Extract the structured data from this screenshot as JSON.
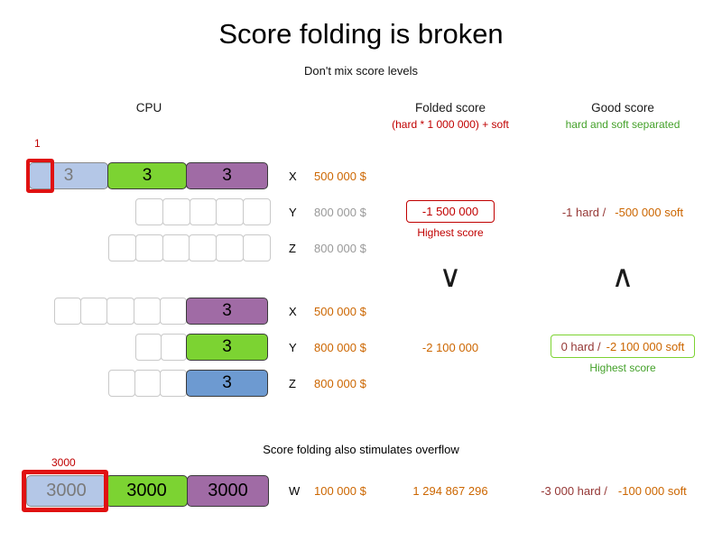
{
  "title": "Score folding is broken",
  "subtitle": "Don't mix score levels",
  "headers": {
    "cpu": "CPU",
    "folded_label": "Folded score",
    "folded_sub": "(hard * 1 000 000) + soft",
    "good_label": "Good score",
    "good_sub": "hard and soft separated"
  },
  "scenario1": {
    "marker": "1",
    "x": {
      "label": "X",
      "cost": "500 000 $",
      "blocks": [
        "3",
        "3",
        "3"
      ]
    },
    "y": {
      "label": "Y",
      "cost": "800 000 $"
    },
    "z": {
      "label": "Z",
      "cost": "800 000 $"
    },
    "folded_score": "-1 500 000",
    "folded_note": "Highest score",
    "good_hard": "-1 hard /",
    "good_soft": "-500 000 soft"
  },
  "comparison": {
    "folded_symbol": "∨",
    "good_symbol": "∧"
  },
  "scenario2": {
    "x": {
      "label": "X",
      "cost": "500 000 $",
      "block": "3"
    },
    "y": {
      "label": "Y",
      "cost": "800 000 $",
      "block": "3"
    },
    "z": {
      "label": "Z",
      "cost": "800 000 $",
      "block": "3"
    },
    "folded_score": "-2 100 000",
    "good_hard": "0 hard /",
    "good_soft": "-2 100 000 soft",
    "good_note": "Highest score"
  },
  "overflow": {
    "caption": "Score folding also stimulates overflow",
    "marker": "3000",
    "w": {
      "label": "W",
      "cost": "100 000 $",
      "blocks": [
        "3000",
        "3000",
        "3000"
      ]
    },
    "folded_score": "1 294 867 296",
    "good_hard": "-3 000 hard /",
    "good_soft": "-100 000 soft"
  },
  "colors": {
    "lightblue": "#b4c7e7",
    "green": "#7cd332",
    "purple": "#a06ba5",
    "blue": "#6d9ad1",
    "red": "#e01111",
    "red_text": "#c00000",
    "orange": "#cc6600",
    "dark_red": "#953735",
    "green_text": "#44a12a",
    "gray": "#999999"
  }
}
